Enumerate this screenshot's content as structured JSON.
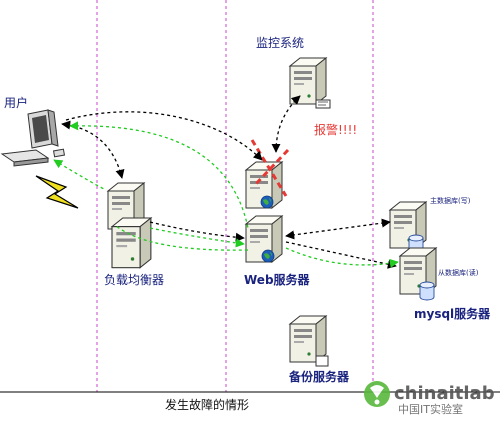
{
  "labels": {
    "user": "用户",
    "monitor": "监控系统",
    "alarm": "报警!!!!",
    "load_balancer": "负载均衡器",
    "web_server": "Web服务器",
    "master_db": "主数据库(写)",
    "slave_db": "从数据库(读)",
    "mysql": "mysql服务器",
    "backup": "备份服务器",
    "caption": "发生故障的情形"
  },
  "watermark": {
    "brand": "chinaitlab",
    "sub": "中国IT实验室"
  },
  "colors": {
    "divider": "#cc44cc",
    "label_blue": "#1a237e",
    "alarm_red": "#e53935",
    "green_flow": "#22cc22",
    "black_flow": "#000000",
    "server_body": "#f1f1e6",
    "globe": "#1d5fb8",
    "lightning": "#f0e020",
    "brand_green": "#58b83b",
    "brand_gray": "#666666"
  },
  "icons": [
    "computer-icon",
    "server-icon",
    "globe-icon",
    "database-icon",
    "lightning-icon",
    "failure-x-icon"
  ]
}
